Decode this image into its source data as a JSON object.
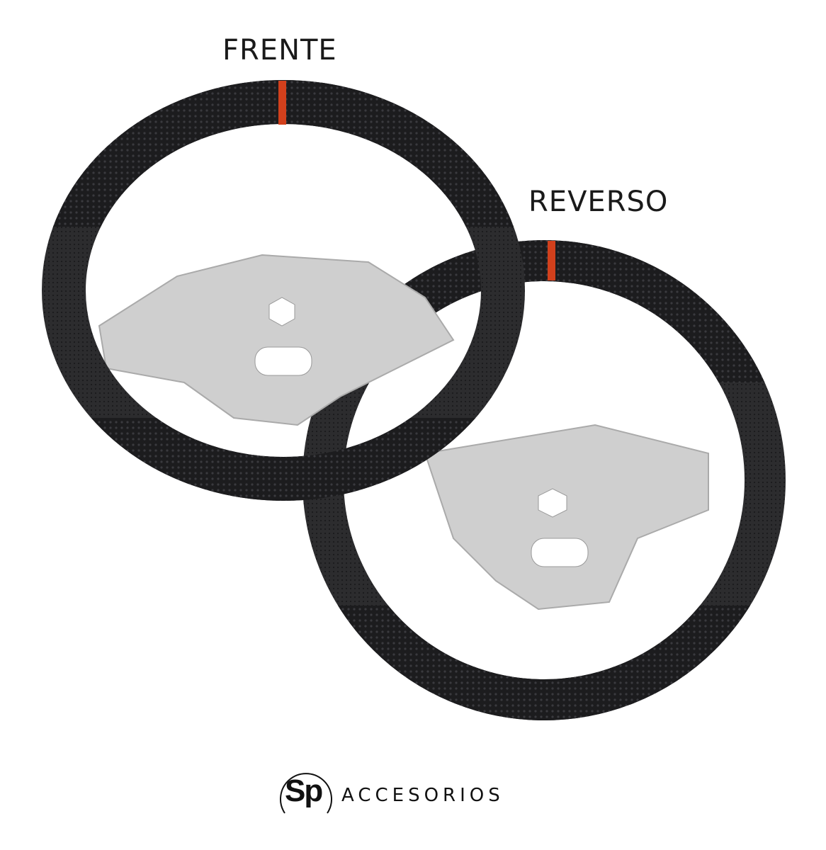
{
  "labels": {
    "front": "FRENTE",
    "back": "REVERSO"
  },
  "logo": {
    "mark": "Sp",
    "text": "ACCESORIOS"
  },
  "colors": {
    "carbon": "#1c1c1e",
    "leather": "#2a2a2c",
    "stripe": "#d2401c",
    "metal": "#c9c9c9",
    "stitch": "#b3202a"
  }
}
